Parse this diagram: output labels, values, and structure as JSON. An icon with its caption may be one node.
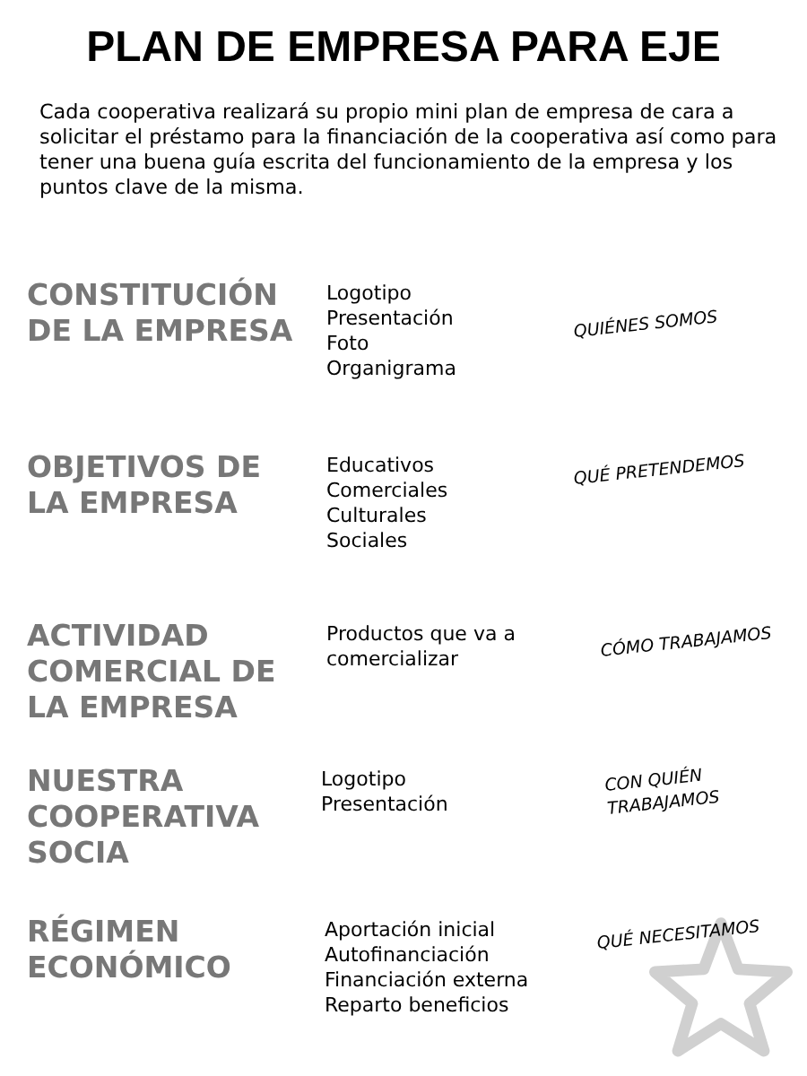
{
  "diagram": {
    "title": "PLAN DE EMPRESA PARA EJE",
    "labels": [
      "Cada cooperativa realizará su propio mini plan de empresa de cara a solicitar el préstamo para la financiación de la cooperativa así como para tener una buena guía escrita del funcionamiento de la empresa y los puntos clave de la misma.",
      "CONSTITUCIÓN DE LA EMPRESA",
      "Logotipo",
      "Presentación",
      "Foto",
      "Organigrama",
      "QUIÉNES SOMOS",
      "OBJETIVOS DE LA EMPRESA",
      "Educativos",
      "Comerciales",
      "Culturales",
      "Sociales",
      "QUÉ PRETENDEMOS",
      "ACTIVIDAD COMERCIAL DE LA EMPRESA",
      "Productos que va a comercializar",
      "CÓMO TRABAJAMOS",
      "NUESTRA COOPERATIVA SOCIA",
      "Logotipo",
      "Presentación",
      "CON QUIÉN TRABAJAMOS",
      "RÉGIMEN ECONÓMICO",
      "Aportación inicial",
      "Autofinanciación",
      "Financiación externa",
      "Reparto beneficios",
      "QUÉ NECESITAMOS"
    ]
  }
}
